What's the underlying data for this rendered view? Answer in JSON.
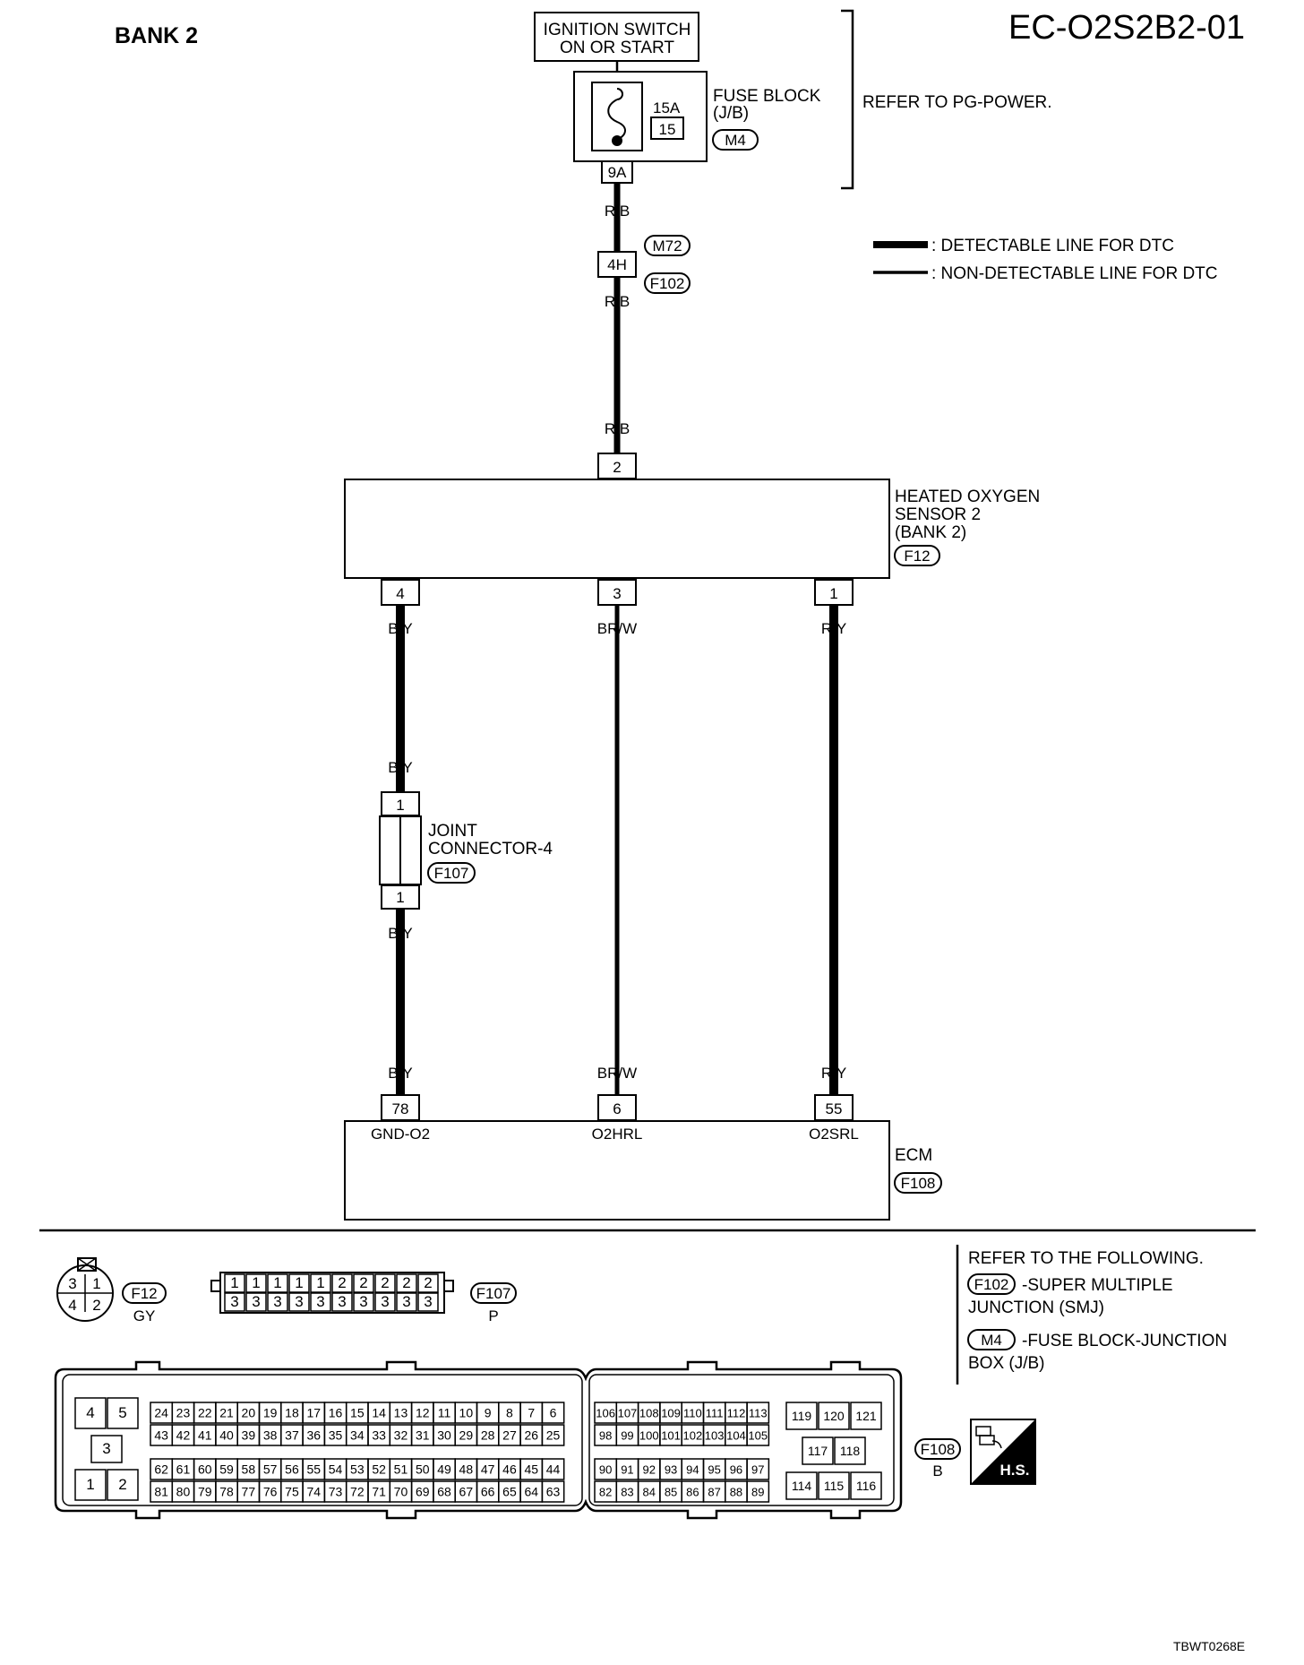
{
  "header": {
    "bank": "BANK 2",
    "code": "EC-O2S2B2-01"
  },
  "ignition": {
    "line1": "IGNITION SWITCH",
    "line2": "ON OR START"
  },
  "fuse_block": {
    "amp": "15A",
    "fuse_no": "15",
    "label1": "FUSE BLOCK",
    "label2": "(J/B)",
    "conn": "M4",
    "pin": "9A"
  },
  "refer_power": "REFER TO PG-POWER.",
  "legend": {
    "detectable": ": DETECTABLE LINE FOR DTC",
    "non_detectable": ": NON-DETECTABLE LINE FOR DTC"
  },
  "smj": {
    "pin": "4H",
    "conn_top": "M72",
    "conn_bottom": "F102"
  },
  "wires": {
    "rb": "R/B",
    "by": "B/Y",
    "brw": "BR/W",
    "ry": "R/Y"
  },
  "sensor": {
    "line1": "HEATED OXYGEN",
    "line2": "SENSOR 2",
    "line3": "(BANK 2)",
    "conn": "F12",
    "pin_top": "2",
    "pin_a": "4",
    "pin_b": "3",
    "pin_c": "1"
  },
  "joint": {
    "line1": "JOINT",
    "line2": "CONNECTOR-4",
    "conn": "F107",
    "pin_top": "1",
    "pin_bottom": "1"
  },
  "ecm": {
    "label": "ECM",
    "conn": "F108",
    "pin_a": "78",
    "pin_b": "6",
    "pin_c": "55",
    "term_a": "GND-O2",
    "term_b": "O2HRL",
    "term_c": "O2SRL"
  },
  "connectors": {
    "f12": {
      "conn": "F12",
      "color": "GY",
      "pins": [
        "3",
        "1",
        "4",
        "2"
      ]
    },
    "f107": {
      "conn": "F107",
      "color": "P",
      "top": [
        "1",
        "1",
        "1",
        "1",
        "1",
        "2",
        "2",
        "2",
        "2",
        "2"
      ],
      "bottom": [
        "3",
        "3",
        "3",
        "3",
        "3",
        "3",
        "3",
        "3",
        "3",
        "3"
      ]
    },
    "f108": {
      "conn": "F108",
      "color": "B",
      "left_pins": [
        "4",
        "5",
        "3",
        "1",
        "2"
      ],
      "r1": [
        "24",
        "23",
        "22",
        "21",
        "20",
        "19",
        "18",
        "17",
        "16",
        "15",
        "14",
        "13",
        "12",
        "11",
        "10",
        "9",
        "8",
        "7",
        "6"
      ],
      "r2": [
        "43",
        "42",
        "41",
        "40",
        "39",
        "38",
        "37",
        "36",
        "35",
        "34",
        "33",
        "32",
        "31",
        "30",
        "29",
        "28",
        "27",
        "26",
        "25"
      ],
      "r3": [
        "62",
        "61",
        "60",
        "59",
        "58",
        "57",
        "56",
        "55",
        "54",
        "53",
        "52",
        "51",
        "50",
        "49",
        "48",
        "47",
        "46",
        "45",
        "44"
      ],
      "r4": [
        "81",
        "80",
        "79",
        "78",
        "77",
        "76",
        "75",
        "74",
        "73",
        "72",
        "71",
        "70",
        "69",
        "68",
        "67",
        "66",
        "65",
        "64",
        "63"
      ],
      "m1": [
        "106",
        "107",
        "108",
        "109",
        "110",
        "111",
        "112",
        "113"
      ],
      "m2": [
        "98",
        "99",
        "100",
        "101",
        "102",
        "103",
        "104",
        "105"
      ],
      "m3": [
        "90",
        "91",
        "92",
        "93",
        "94",
        "95",
        "96",
        "97"
      ],
      "m4": [
        "82",
        "83",
        "84",
        "85",
        "86",
        "87",
        "88",
        "89"
      ],
      "right_pins": [
        "119",
        "120",
        "121",
        "117",
        "118",
        "114",
        "115",
        "116"
      ]
    }
  },
  "refer_following": {
    "title": "REFER TO THE FOLLOWING.",
    "item1_conn": "F102",
    "item1_line1": "-SUPER MULTIPLE",
    "item1_line2": "JUNCTION (SMJ)",
    "item2_conn": "M4",
    "item2_line1": "-FUSE BLOCK-JUNCTION",
    "item2_line2": "BOX (J/B)"
  },
  "hs_badge": "H.S.",
  "footer_code": "TBWT0268E"
}
